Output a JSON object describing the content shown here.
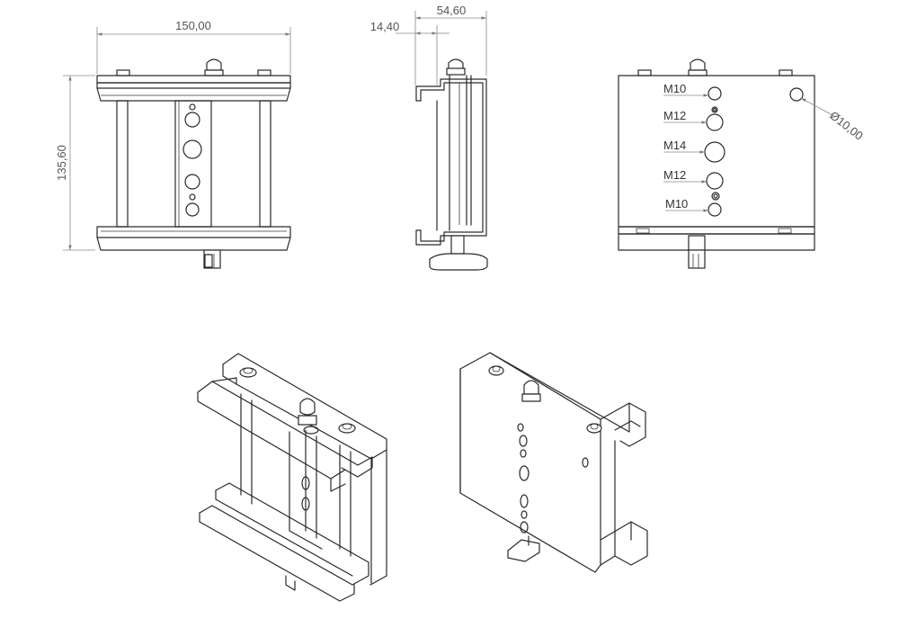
{
  "dimensions": {
    "width": "150,00",
    "height": "135,60",
    "offset": "14,40",
    "depth": "54,60",
    "hole_diameter": "Ø10,00"
  },
  "hole_labels": [
    "M10",
    "M12",
    "M14",
    "M12",
    "M10"
  ],
  "colors": {
    "line": "#2a2a2a",
    "dimension": "#8a8a8a",
    "background": "#ffffff"
  }
}
